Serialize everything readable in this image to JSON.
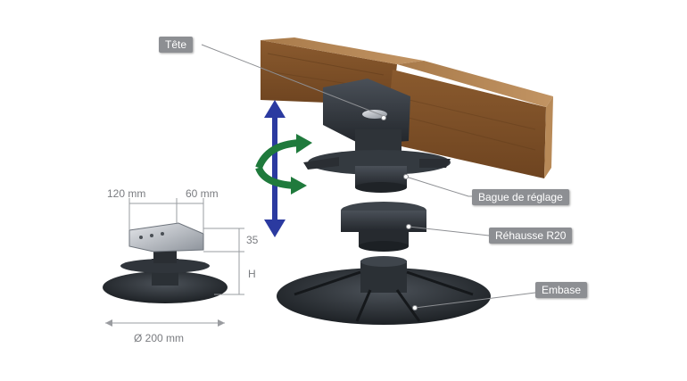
{
  "labels": {
    "tete": "Tête",
    "bague": "Bague de réglage",
    "rehausse": "Réhausse R20",
    "embase": "Embase"
  },
  "dimensions": {
    "width_left": "120 mm",
    "width_right": "60 mm",
    "height_top": "35",
    "height_var": "H",
    "diameter": "Ø 200 mm"
  },
  "colors": {
    "label_bg": "#8d8f93",
    "wood": "#9a6a3c",
    "plastic": "#3b4046",
    "arrow_blue": "#2b3aa0",
    "arrow_green": "#1f7a3c",
    "dim_line": "#9a9ca0"
  }
}
